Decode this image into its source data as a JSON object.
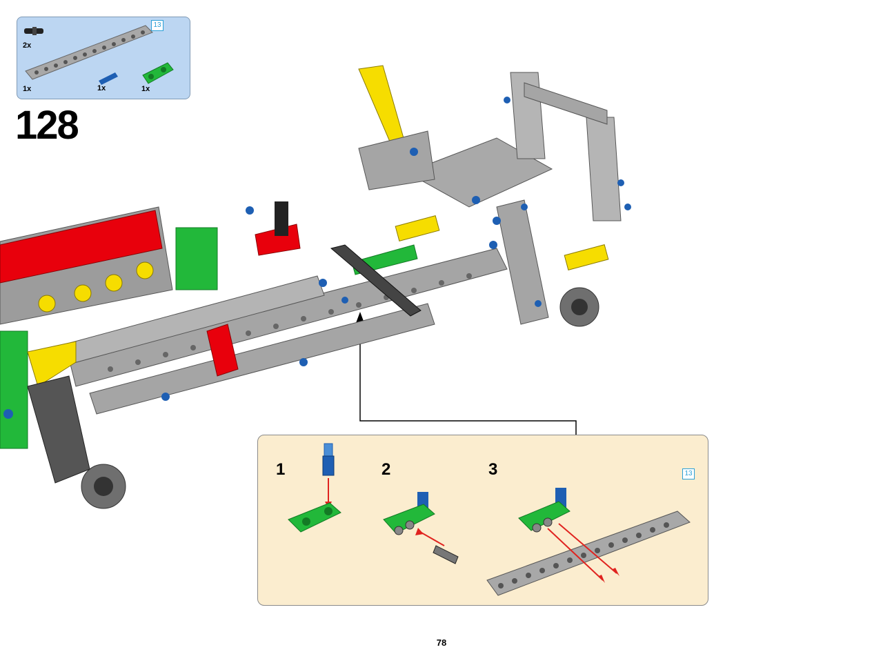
{
  "parts_list": {
    "items": [
      {
        "name": "connector-peg",
        "qty": "2x"
      },
      {
        "name": "liftarm-13",
        "qty": "1x"
      },
      {
        "name": "axle-pin-blue",
        "qty": "1x"
      },
      {
        "name": "green-connector",
        "qty": "1x"
      }
    ],
    "length_badge": "13"
  },
  "step": {
    "number": "128"
  },
  "sub_assembly": {
    "steps": [
      "1",
      "2",
      "3"
    ],
    "length_badge": "13"
  },
  "page": {
    "number": "78"
  },
  "colors": {
    "parts_box_bg": "#bcd6f2",
    "sub_box_bg": "#fbedcf",
    "gray": "#9a9a9a",
    "red": "#e8000c",
    "green": "#22b83a",
    "yellow": "#f6dd00",
    "blue": "#1e5fb3",
    "arrow_red": "#e0231f"
  }
}
